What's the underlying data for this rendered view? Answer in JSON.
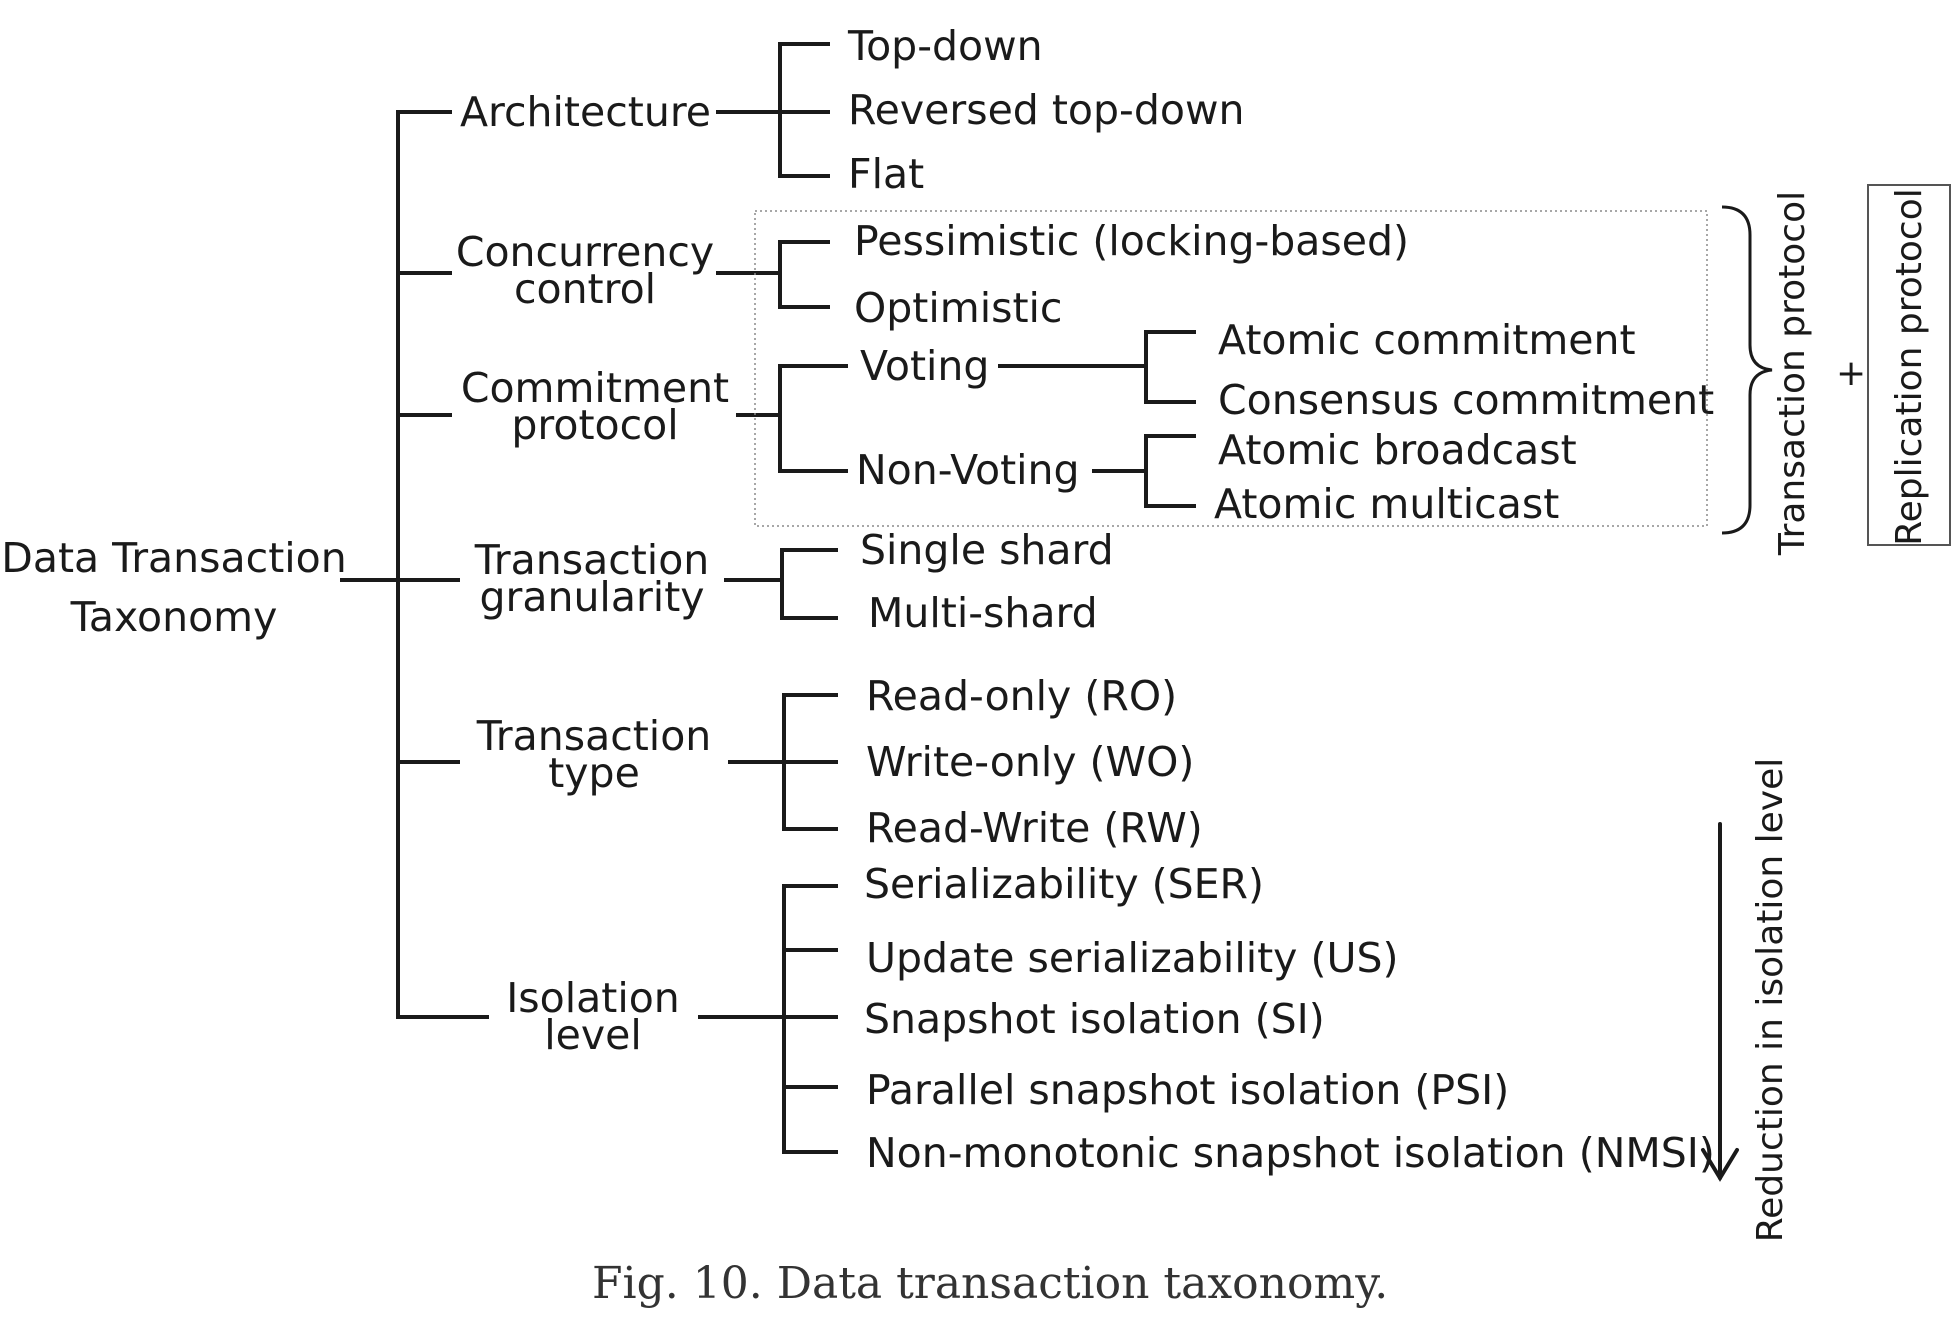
{
  "root": {
    "line1": "Data Transaction",
    "line2": "Taxonomy"
  },
  "categories": {
    "architecture": {
      "line1": "Architecture"
    },
    "concurrency": {
      "line1": "Concurrency",
      "line2": "control"
    },
    "commitment": {
      "line1": "Commitment",
      "line2": "protocol"
    },
    "granularity": {
      "line1": "Transaction",
      "line2": "granularity"
    },
    "type": {
      "line1": "Transaction",
      "line2": "type"
    },
    "isolation": {
      "line1": "Isolation",
      "line2": "level"
    }
  },
  "leaves": {
    "architecture": [
      "Top-down",
      "Reversed top-down",
      "Flat"
    ],
    "concurrency": [
      "Pessimistic (locking-based)",
      "Optimistic"
    ],
    "commitment_mid": [
      "Voting",
      "Non-Voting"
    ],
    "voting": [
      "Atomic commitment",
      "Consensus commitment"
    ],
    "nonvoting": [
      "Atomic broadcast",
      "Atomic multicast"
    ],
    "granularity": [
      "Single shard",
      "Multi-shard"
    ],
    "type": [
      "Read-only (RO)",
      "Write-only (WO)",
      "Read-Write (RW)"
    ],
    "isolation": [
      "Serializability (SER)",
      "Update serializability (US)",
      "Snapshot isolation (SI)",
      "Parallel snapshot isolation (PSI)",
      "Non-monotonic snapshot isolation (NMSI)"
    ]
  },
  "side": {
    "transaction_protocol": "Transaction protocol",
    "plus": "+",
    "replication_protocol": "Replication protocol",
    "isolation_arrow": "Reduction in isolation level"
  },
  "caption": "Fig. 10.  Data transaction taxonomy."
}
